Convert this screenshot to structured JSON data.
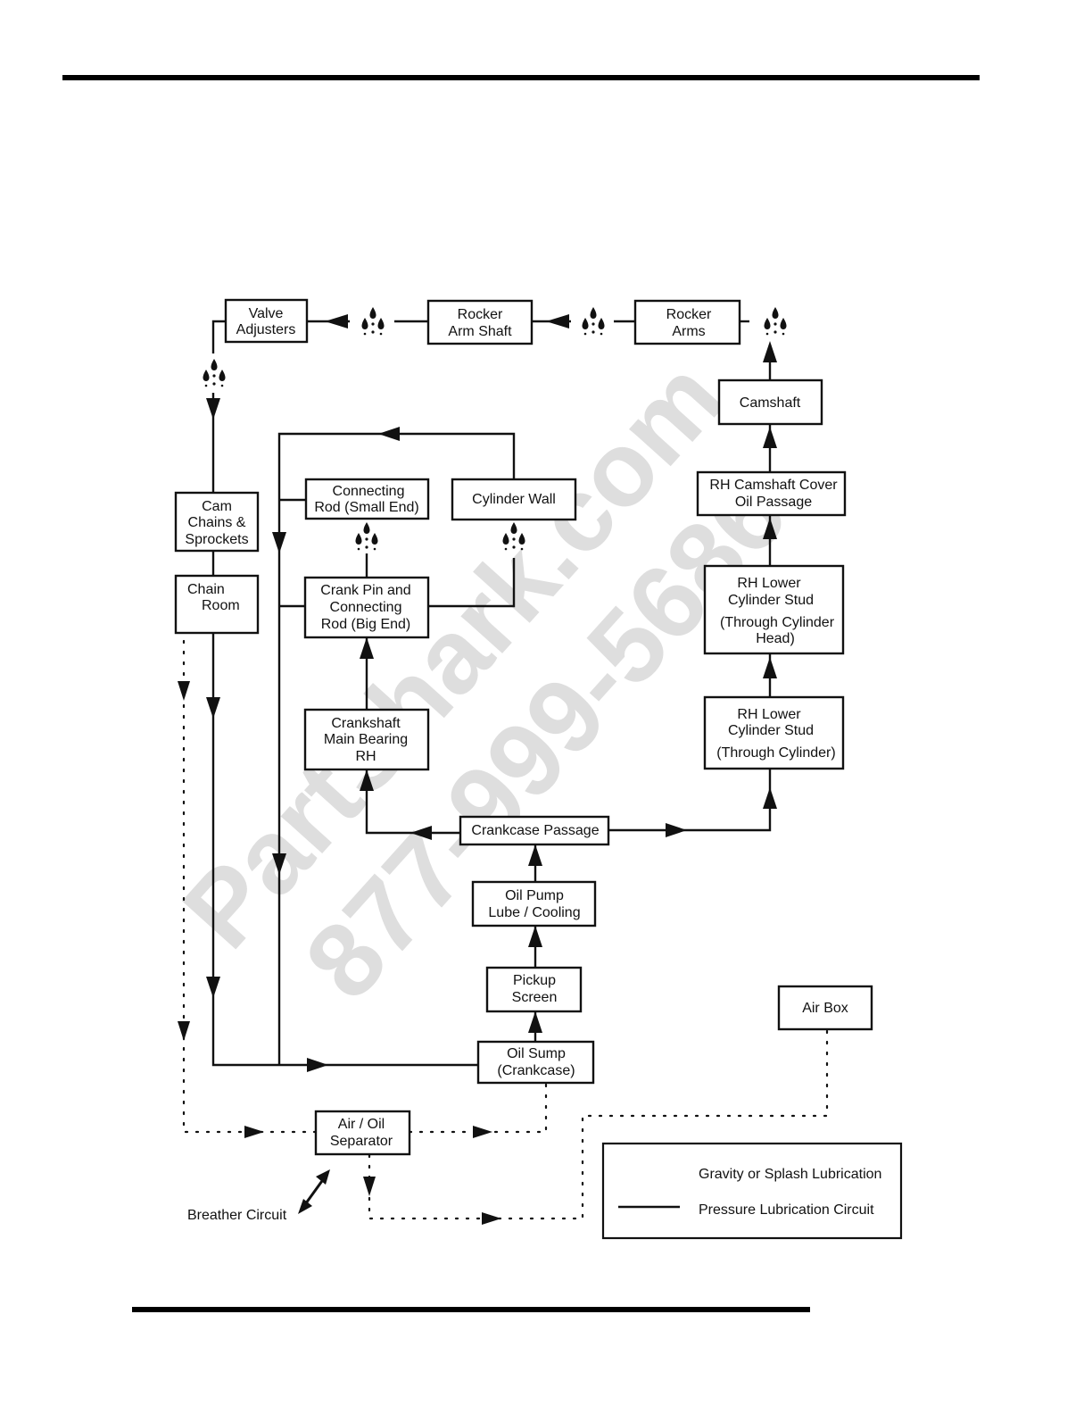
{
  "nodes": {
    "valve_adjusters": [
      "Valve",
      "Adjusters"
    ],
    "rocker_arm_shaft": [
      "Rocker",
      "Arm Shaft"
    ],
    "rocker_arms": [
      "Rocker",
      "Arms"
    ],
    "camshaft": [
      "Camshaft"
    ],
    "rh_camshaft_cover": [
      "RH Camshaft Cover",
      "Oil Passage"
    ],
    "rh_lower_stud_head": [
      "RH Lower",
      "Cylinder Stud",
      "(Through Cylinder",
      "Head)"
    ],
    "rh_lower_stud_cyl": [
      "RH Lower",
      "Cylinder Stud",
      "(Through Cylinder)"
    ],
    "cam_chains": [
      "Cam",
      "Chains &",
      "Sprockets"
    ],
    "chain_room": [
      "Chain",
      "Room"
    ],
    "connecting_rod_small": [
      "Connecting",
      "Rod (Small End)"
    ],
    "cylinder_wall": [
      "Cylinder Wall"
    ],
    "crank_pin": [
      "Crank Pin and",
      "Connecting",
      "Rod (Big End)"
    ],
    "crankshaft_main": [
      "Crankshaft",
      "Main Bearing",
      "RH"
    ],
    "crankcase_passage": [
      "Crankcase Passage"
    ],
    "oil_pump": [
      "Oil Pump",
      "Lube / Cooling"
    ],
    "pickup_screen": [
      "Pickup",
      "Screen"
    ],
    "oil_sump": [
      "Oil Sump",
      "(Crankcase)"
    ],
    "air_box": [
      "Air Box"
    ],
    "air_oil_separator": [
      "Air / Oil",
      "Separator"
    ]
  },
  "labels": {
    "breather_circuit": "Breather Circuit"
  },
  "legend": {
    "gravity": "Gravity or Splash Lubrication",
    "pressure": "Pressure Lubrication Circuit"
  },
  "watermark": {
    "line1": "PartShark.com",
    "line2": "877-999-5686"
  },
  "icons": {
    "splash": "oil-drops-icon"
  }
}
